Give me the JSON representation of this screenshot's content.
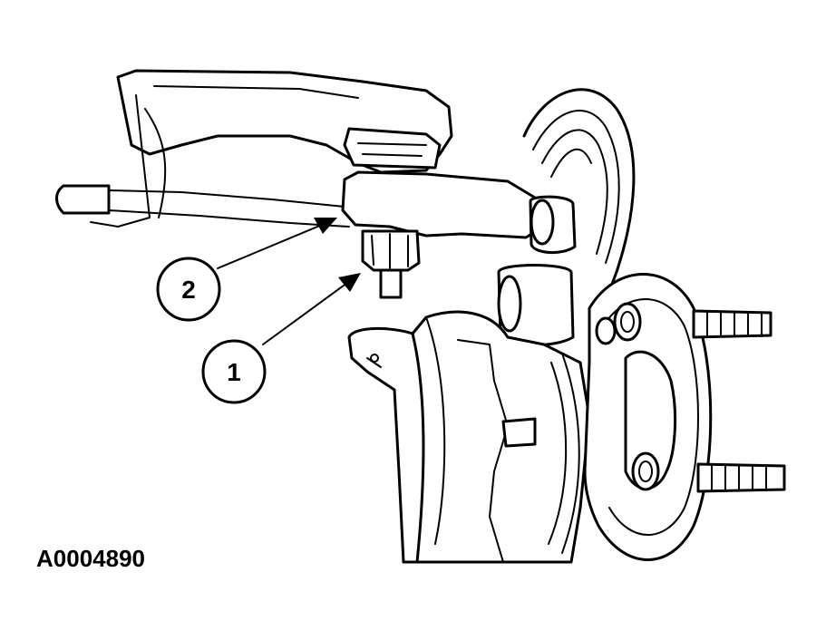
{
  "figure_id": "A0004890",
  "callouts": [
    {
      "number": "1",
      "label_name": "callout-1"
    },
    {
      "number": "2",
      "label_name": "callout-2"
    }
  ],
  "colors": {
    "line": "#000000",
    "background": "#ffffff"
  }
}
